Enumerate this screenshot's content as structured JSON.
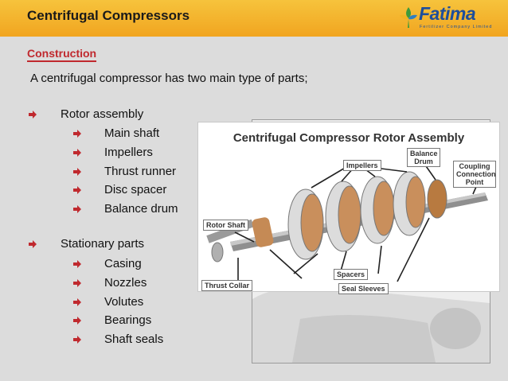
{
  "header": {
    "title": "Centrifugal Compressors"
  },
  "logo": {
    "name": "Fatima",
    "tagline": "Fertilizer Company Limited"
  },
  "section": {
    "title": "Construction"
  },
  "intro": "A centrifugal compressor has two main type of parts;",
  "groups": [
    {
      "label": "Rotor assembly",
      "items": [
        "Main shaft",
        "Impellers",
        "Thrust runner",
        "Disc spacer",
        "Balance drum"
      ]
    },
    {
      "label": "Stationary parts",
      "items": [
        "Casing",
        "Nozzles",
        "Volutes",
        "Bearings",
        "Shaft seals"
      ]
    }
  ],
  "illustration": {
    "title": "Centrifugal Compressor Rotor Assembly",
    "callouts": {
      "impellers": "Impellers",
      "balance_drum": "Balance Drum",
      "coupling": "Coupling Connection Point",
      "rotor_shaft": "Rotor Shaft",
      "thrust_collar": "Thrust Collar",
      "spacers": "Spacers",
      "seal_sleeves": "Seal Sleeves"
    }
  },
  "colors": {
    "header": "#f3b22e",
    "accent": "#c0292e",
    "bullet": "#c0292e",
    "logo": "#1d4e9c"
  }
}
